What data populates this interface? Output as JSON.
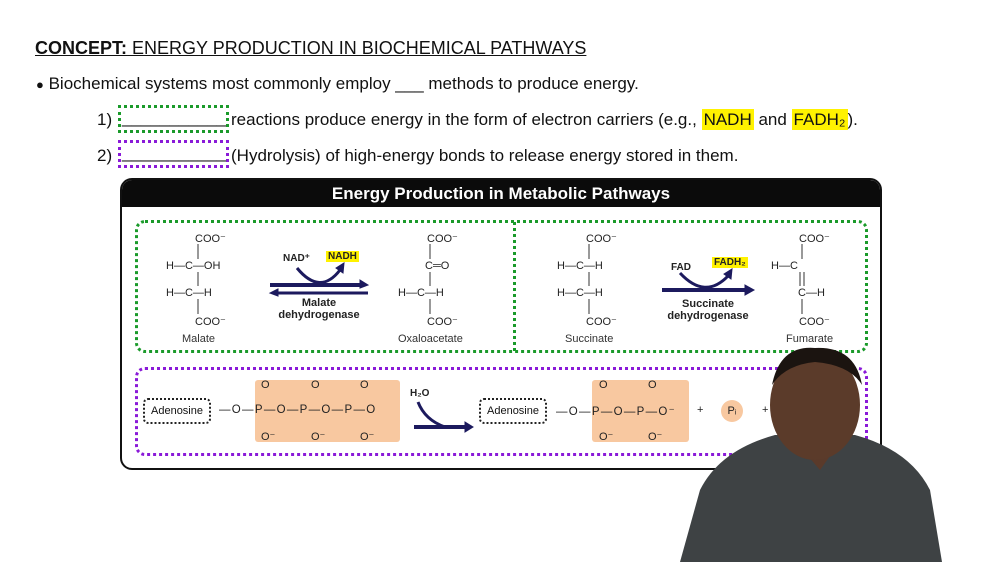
{
  "heading": {
    "prefix": "CONCEPT:",
    "text": " ENERGY PRODUCTION IN BIOCHEMICAL PATHWAYS"
  },
  "bullet": {
    "marker": "●",
    "text": "Biochemical systems most commonly employ ___ methods to produce energy."
  },
  "items": [
    {
      "num": "1)",
      "blank": "___________",
      "text": "reactions produce energy in the form of electron carriers (e.g., ",
      "hl1": "NADH",
      "mid": " and ",
      "hl2": "FADH₂",
      "end": ")."
    },
    {
      "num": "2)",
      "blank": "___________",
      "text": "(Hydrolysis) of high-energy bonds to release energy stored in them."
    }
  ],
  "diagram": {
    "title": "Energy Production in Metabolic Pathways",
    "malate": {
      "top": "COO⁻",
      "r1": "H—C—OH",
      "r2": "H—C—H",
      "bottom": "COO⁻",
      "name": "Malate"
    },
    "oxaloacetate": {
      "top": "COO⁻",
      "r1": "C═O",
      "r2": "H—C—H",
      "bottom": "COO⁻",
      "name": "Oxaloacetate"
    },
    "reaction1": {
      "in": "NAD⁺",
      "out": "NADH",
      "enzyme1": "Malate",
      "enzyme2": "dehydrogenase"
    },
    "succinate": {
      "top": "COO⁻",
      "r1": "H—C—H",
      "r2": "H—C—H",
      "bottom": "COO⁻",
      "name": "Succinate"
    },
    "fumarate": {
      "top": "COO⁻",
      "r1": "H—C",
      "r2": "C—H",
      "bottom": "COO⁻",
      "name": "Fumarate"
    },
    "reaction2": {
      "in": "FAD",
      "out": "FADH₂",
      "enzyme1": "Succinate",
      "enzyme2": "dehydrogenase"
    },
    "atp": {
      "adenosine": "Adenosine",
      "chain": "—O—P—O—P—O—P—O",
      "o": "O",
      "om": "O⁻"
    },
    "water": "H₂O",
    "adp": {
      "adenosine": "Adenosine",
      "chain": "—O—P—O—P—O⁻",
      "plus1": "+",
      "pi": "Pᵢ",
      "plus2": "+"
    }
  },
  "colors": {
    "green": "#1a9a2a",
    "purple": "#8a1ad8",
    "highlight": "#fff200",
    "arrow": "#1c1a5e",
    "phosphate": "#f8c8a0"
  }
}
